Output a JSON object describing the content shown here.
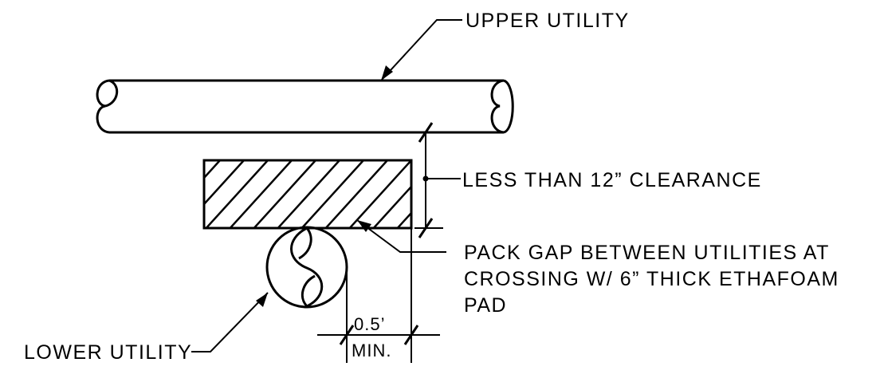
{
  "labels": {
    "upper_utility": "UPPER UTILITY",
    "clearance": "LESS THAN 12” CLEARANCE",
    "pack_gap_line1": "PACK GAP BETWEEN UTILITIES AT",
    "pack_gap_line2": "CROSSING W/ 6” THICK ETHAFOAM",
    "pack_gap_line3": "PAD",
    "lower_utility": "LOWER UTILITY",
    "dim_value": "0.5’",
    "dim_min": "MIN."
  },
  "colors": {
    "line": "#000000",
    "background": "#ffffff"
  }
}
